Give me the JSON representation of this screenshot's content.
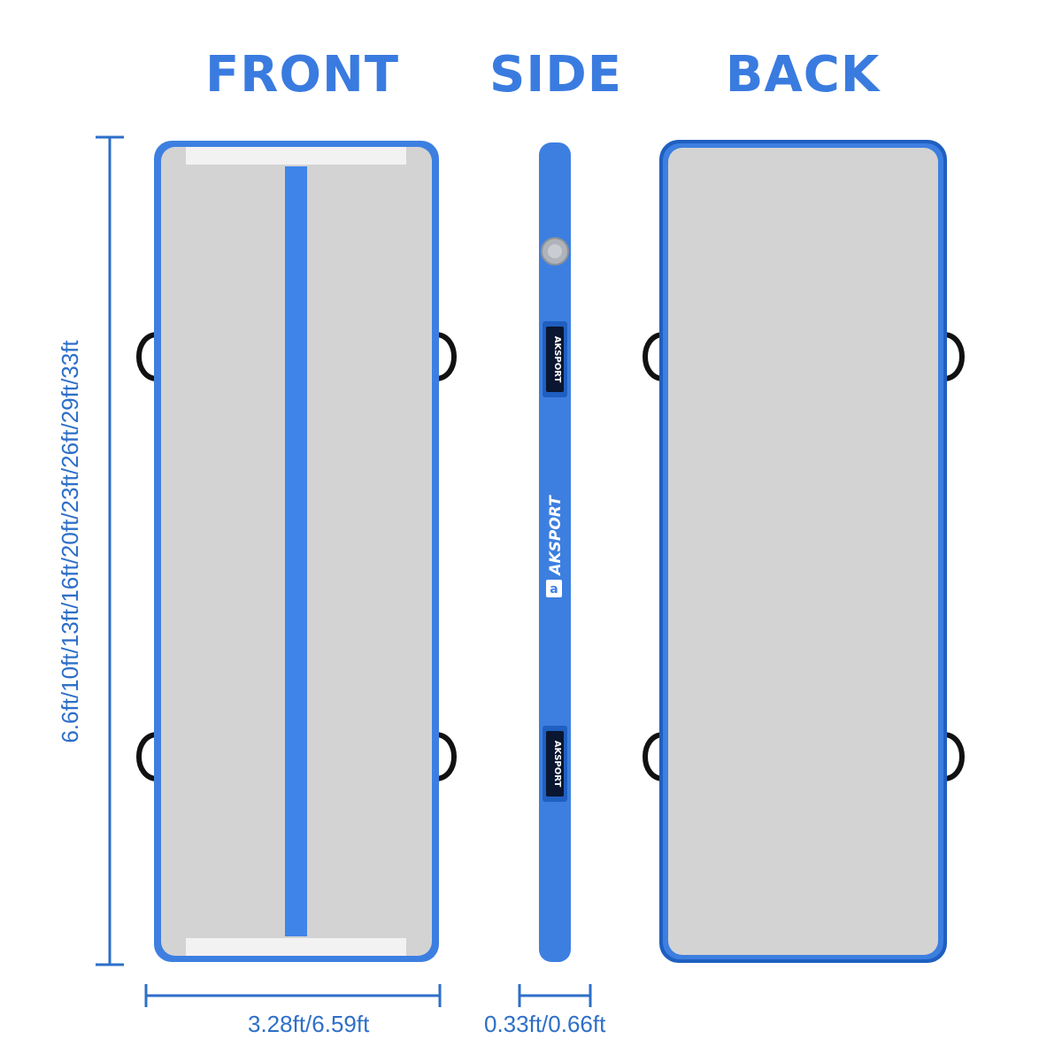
{
  "titles": {
    "front": "FRONT",
    "side": "SIDE",
    "back": "BACK"
  },
  "dimensions": {
    "length": "6.6ft/10ft/13ft/16ft/20ft/23ft/26ft/29ft/33ft",
    "width": "3.28ft/6.59ft",
    "height": "0.33ft/0.66ft"
  },
  "brand": {
    "name": "AKSPORT",
    "logo_letter": "a"
  },
  "colors": {
    "accent": "#3a7be0",
    "mat_border": "#3d7fe0",
    "mat_surface": "#d3d3d3",
    "end_strip": "#f2f2f2",
    "dimension_line": "#2e6fc8",
    "handle": "#111111",
    "back_border": "#1f5fc0"
  },
  "icons": [
    "handle-icon",
    "valve-icon",
    "brand-logo-icon"
  ]
}
